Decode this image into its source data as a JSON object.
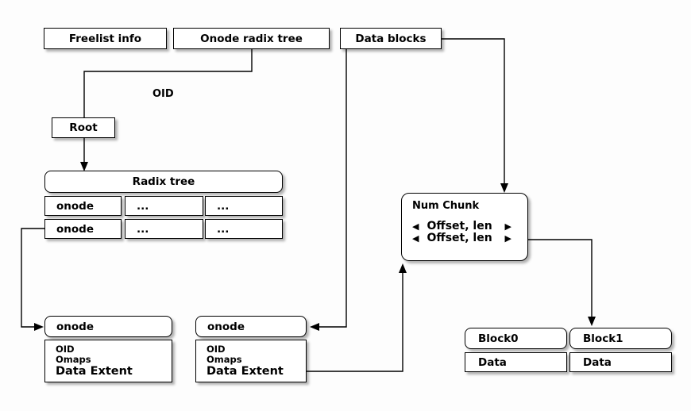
{
  "diagram": {
    "top_row": {
      "freelist": "Freelist info",
      "onode_radix_tree": "Onode radix tree",
      "data_blocks": "Data blocks"
    },
    "edge_oid_label": "OID",
    "root": {
      "label": "Root"
    },
    "radix_tree": {
      "title": "Radix tree",
      "rows": [
        [
          "onode",
          "...",
          "..."
        ],
        [
          "onode",
          "...",
          "..."
        ]
      ]
    },
    "onode_left": {
      "title": "onode",
      "fields": [
        "OID",
        "Omaps",
        "Data Extent"
      ]
    },
    "onode_right": {
      "title": "onode",
      "fields": [
        "OID",
        "Omaps",
        "Data Extent"
      ]
    },
    "num_chunk": {
      "title": "Num Chunk",
      "entries": [
        "Offset, len",
        "Offset, len"
      ],
      "left_marker": "◀",
      "right_marker": "▶"
    },
    "blocks": [
      {
        "title": "Block0",
        "field": "Data"
      },
      {
        "title": "Block1",
        "field": "Data"
      }
    ],
    "colors": {
      "background": "#fdfdfd",
      "box_fill": "#ffffff",
      "line": "#000000"
    }
  }
}
